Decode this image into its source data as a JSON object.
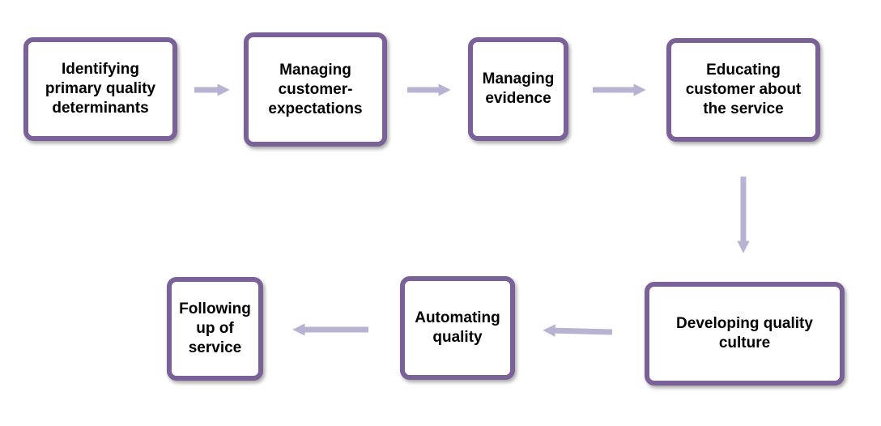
{
  "diagram": {
    "steps": [
      "Identifying\nprimary quality\ndeterminants",
      "Managing\ncustomer-\nexpectations",
      "Managing\nevidence",
      "Educating\ncustomer about\nthe service",
      "Developing quality\nculture",
      "Automating\nquality",
      "Following\nup of\nservice"
    ],
    "colors": {
      "box_border": "#7a6298",
      "arrow": "#b9b3d3"
    }
  }
}
